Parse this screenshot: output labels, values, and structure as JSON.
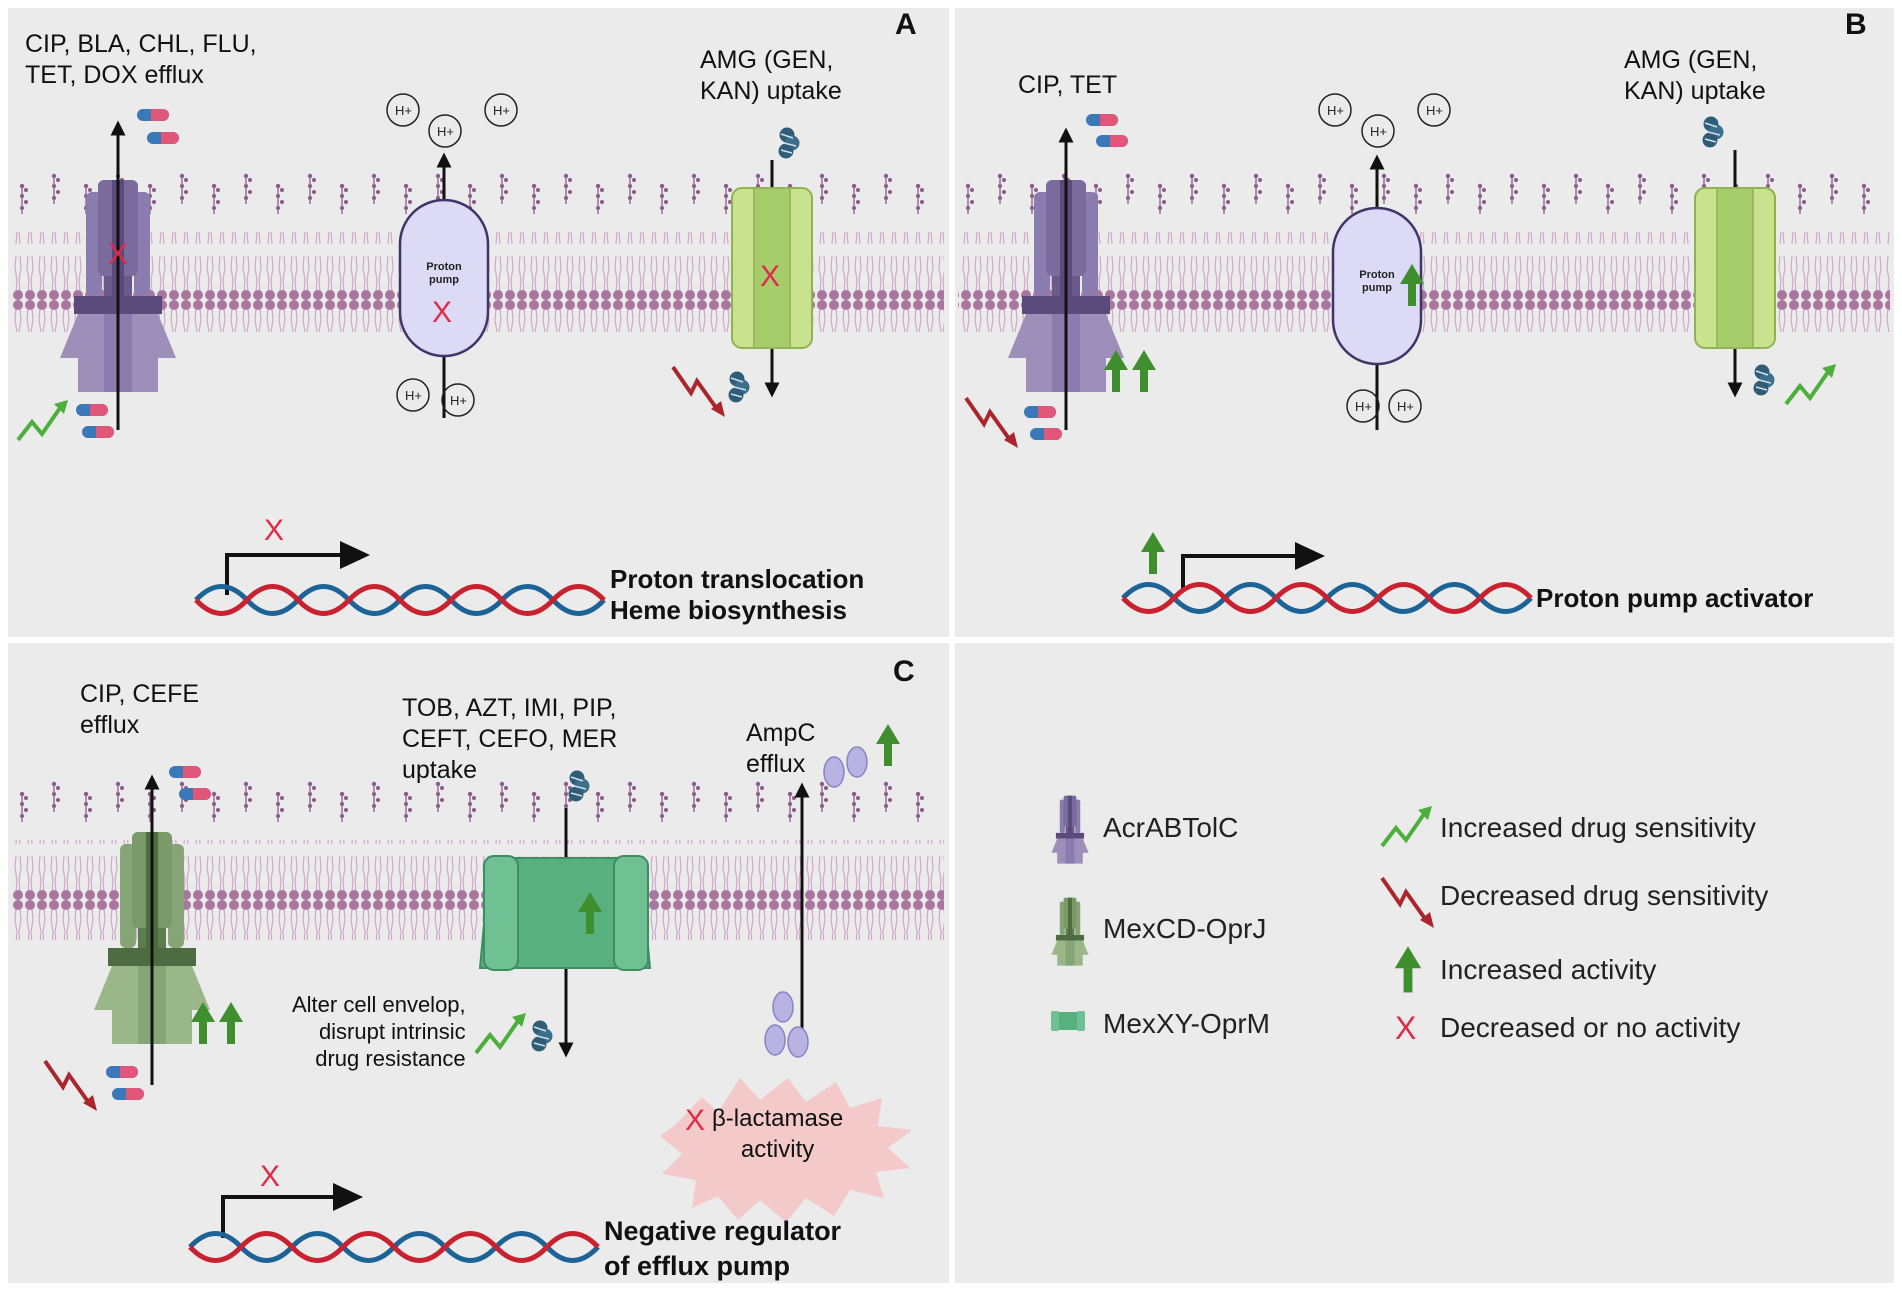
{
  "panels": {
    "A": {
      "letter": "A",
      "efflux_label": "CIP, BLA, CHL, FLU,\nTET, DOX efflux",
      "uptake_label": "AMG (GEN,\nKAN) uptake",
      "proton_pump_label": "Proton\npump",
      "gene_label": "Proton translocation\nHeme biosynthesis"
    },
    "B": {
      "letter": "B",
      "efflux_label": "CIP, TET",
      "uptake_label": "AMG (GEN,\nKAN)  uptake",
      "proton_pump_label": "Proton\npump",
      "gene_label": "Proton pump activator"
    },
    "C": {
      "letter": "C",
      "efflux_label": "CIP, CEFE\nefflux",
      "uptake_label": "TOB, AZT, IMI, PIP,\nCEFT, CEFO, MER\nuptake",
      "ampc_label": "AmpC\nefflux",
      "envelope_label": "Alter cell envelop,\ndisrupt intrinsic\ndrug resistance",
      "beta_lactamase_label": "β-lactamase\nactivity",
      "gene_label": "Negative regulator\nof efflux pump"
    }
  },
  "proton_symbol": "H+",
  "x_mark": "X",
  "legend": {
    "transporters": [
      "AcrABTolC",
      "MexCD-OprJ",
      "MexXY-OprM"
    ],
    "effects": [
      "Increased drug sensitivity",
      "Decreased drug sensitivity",
      "Increased activity",
      "Decreased or no activity"
    ]
  },
  "colors": {
    "panel_bg": "#ebebeb",
    "membrane": "#a8769e",
    "acrab": "#7b6a9c",
    "mexcd": "#7a9a6a",
    "mexxy": "#58b07f",
    "channel_green": "#c9e28e",
    "pump_fill": "#dcdaf5",
    "increase_green": "#3f8f2f",
    "decrease_red": "#a8262c",
    "x_red": "#e02a4a",
    "dna_red": "#c8212f",
    "dna_blue": "#1e6396",
    "drug_blue": "#2f5d77"
  }
}
